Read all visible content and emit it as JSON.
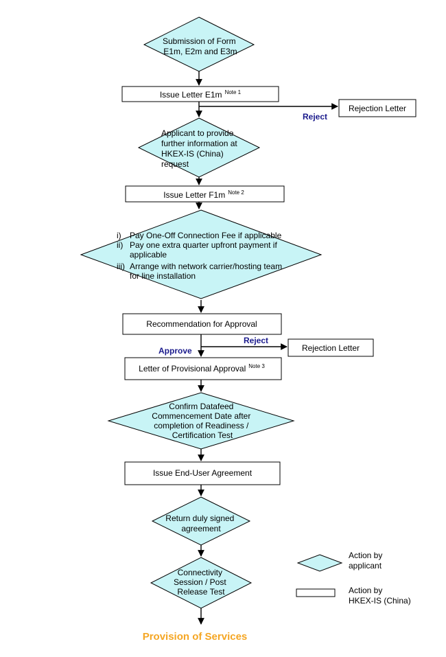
{
  "colors": {
    "applicant_fill": "#c8f4f6",
    "label_blue": "#1a1a8c",
    "final_orange": "#f5a623"
  },
  "nodes": {
    "submission": [
      "Submission of Form",
      "E1m, E2m and E3m"
    ],
    "issue_e1m": {
      "text": "Issue Letter E1m",
      "note": "Note 1"
    },
    "rejection_1": "Rejection Letter",
    "further_info": [
      "Applicant to provide",
      "further information at",
      "HKEX-IS (China)",
      "request"
    ],
    "issue_f1m": {
      "text": "Issue Letter F1m",
      "note": "Note 2"
    },
    "payments": {
      "items": [
        {
          "num": "i)",
          "lines": [
            "Pay One-Off Connection Fee if applicable"
          ]
        },
        {
          "num": "ii)",
          "lines": [
            "Pay one extra quarter upfront payment if",
            "applicable"
          ]
        },
        {
          "num": "iii)",
          "lines": [
            "Arrange with network carrier/hosting team",
            "for line installation"
          ]
        }
      ]
    },
    "recommendation": "Recommendation for Approval",
    "rejection_2": "Rejection Letter",
    "provisional": {
      "text": "Letter of Provisional Approval",
      "note": "Note 3"
    },
    "confirm_datafeed": [
      "Confirm Datafeed",
      "Commencement Date after",
      "completion of Readiness /",
      "Certification Test"
    ],
    "end_user_agreement": "Issue End-User Agreement",
    "return_agreement": [
      "Return duly signed",
      "agreement"
    ],
    "connectivity": [
      "Connectivity",
      "Session / Post",
      "Release Test"
    ],
    "final": "Provision of Services"
  },
  "edge_labels": {
    "reject_1": "Reject",
    "reject_2": "Reject",
    "approve": "Approve"
  },
  "legend": {
    "applicant": [
      "Action by",
      "applicant"
    ],
    "hkex": [
      "Action by",
      "HKEX-IS (China)"
    ]
  }
}
